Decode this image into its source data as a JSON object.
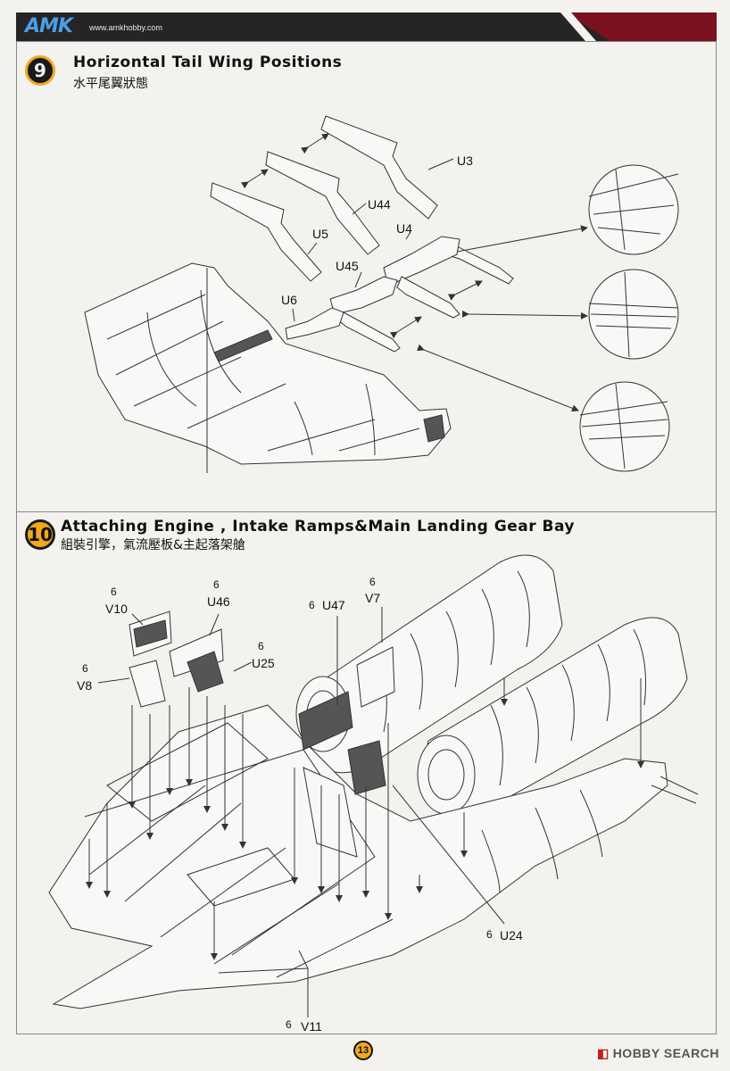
{
  "header": {
    "logo": "AMK",
    "website": "www.amkhobby.com"
  },
  "step9": {
    "number": "9",
    "title": "Horizontal Tail Wing  Positions",
    "subtitle": "水平尾翼狀態",
    "labels": {
      "u3": "U3",
      "u44": "U44",
      "u4": "U4",
      "u5": "U5",
      "u45": "U45",
      "u6": "U6"
    }
  },
  "step10": {
    "number": "10",
    "title": "Attaching Engine , Intake Ramps&Main Landing Gear Bay",
    "subtitle": "組裝引擎，氣流壓板&主起落架艙",
    "labels": {
      "v10_qty": "6",
      "v10": "V10",
      "u46_qty": "6",
      "u46": "U46",
      "u25_qty": "6",
      "u25": "U25",
      "v8_qty": "6",
      "v8": "V8",
      "u47_qty": "6",
      "u47": "U47",
      "v7_qty": "6",
      "v7": "V7",
      "u24_qty": "6",
      "u24": "U24",
      "v11_qty": "6",
      "v11": "V11"
    }
  },
  "footer": {
    "page_number": "13",
    "watermark": "HOBBY SEARCH"
  },
  "colors": {
    "accent_orange": "#f2a81c",
    "header_dark": "#252525",
    "header_red": "#7a1020",
    "logo_blue": "#4aa0e6"
  }
}
